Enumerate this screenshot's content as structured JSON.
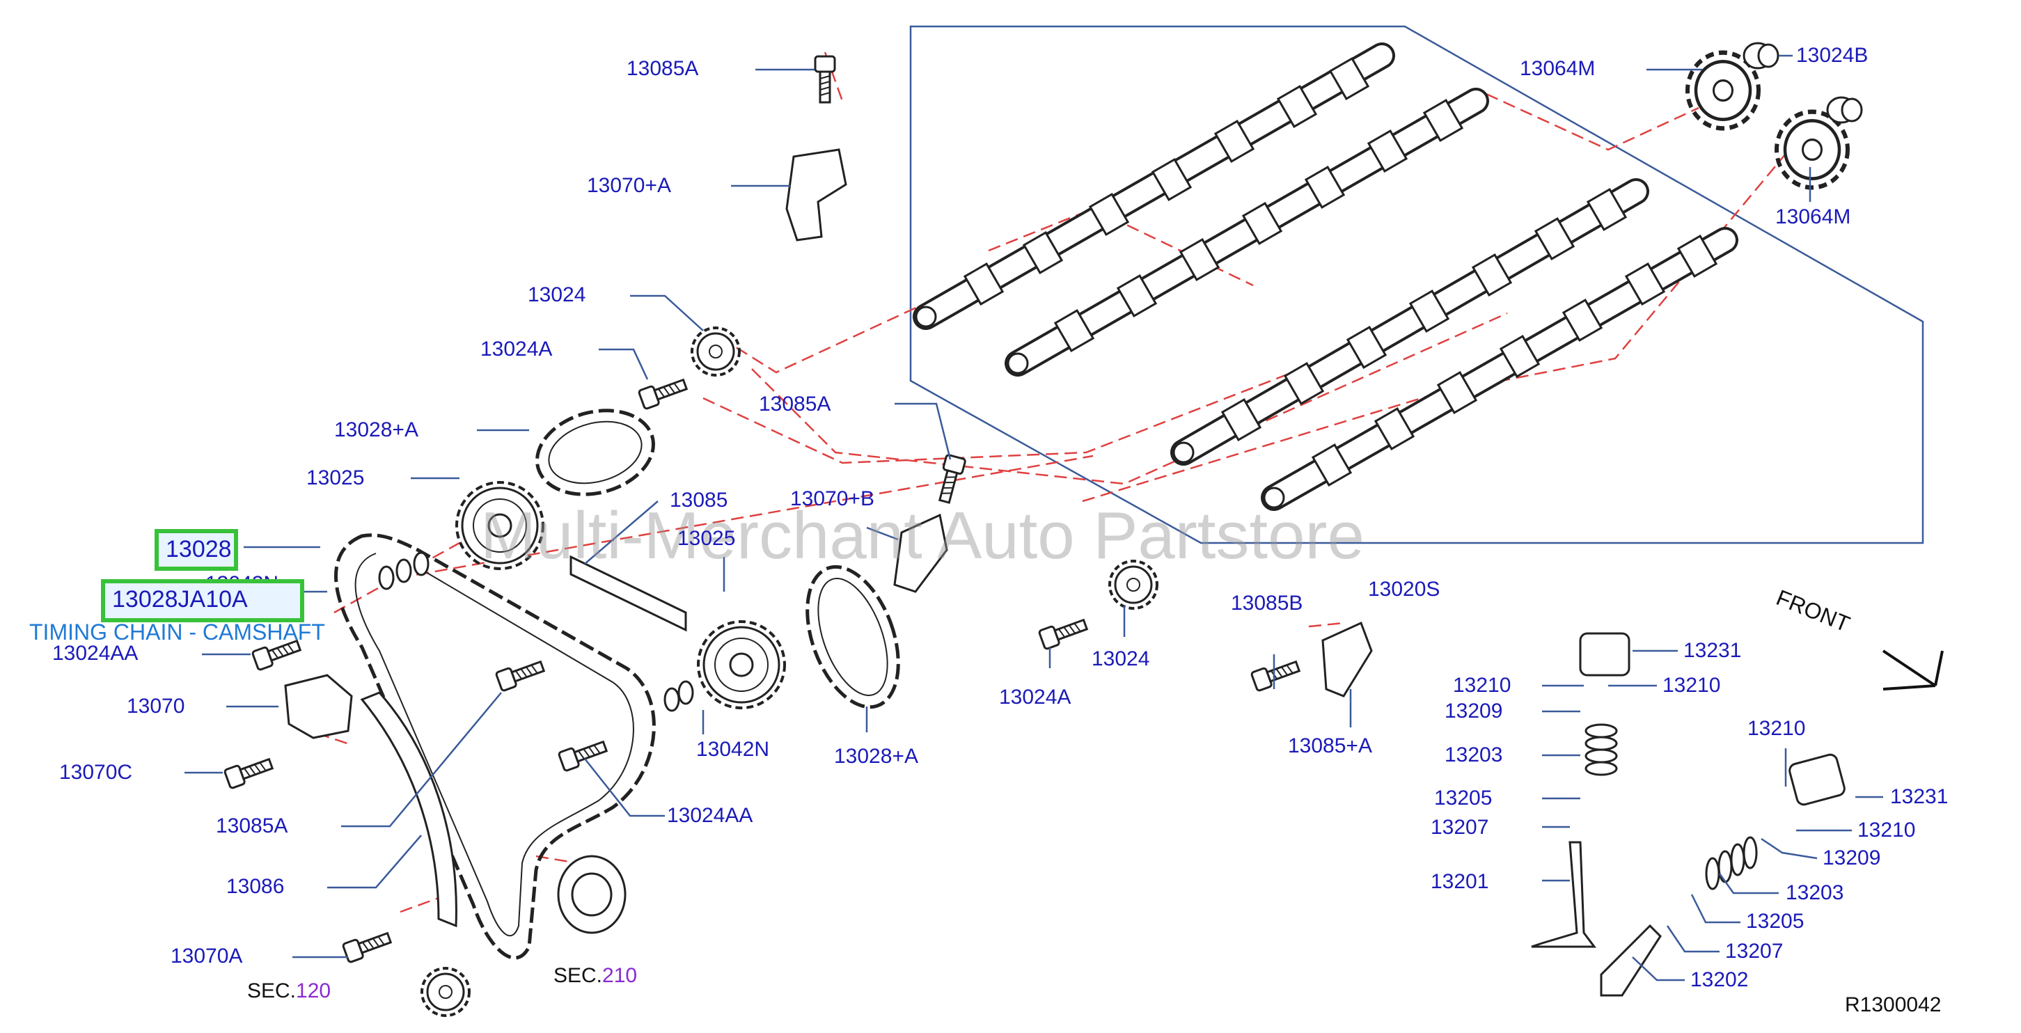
{
  "watermark": "Multi-Merchant Auto Partstore",
  "diagram_code": "R1300042",
  "front_label": "FRONT",
  "highlight": {
    "part_13028": "13028",
    "part_13028JA10A": "13028JA10A",
    "caption": "TIMING CHAIN - CAMSHAFT"
  },
  "labels": {
    "l_13085A_top": "13085A",
    "l_13070A_plus": "13070+A",
    "l_13064M_top": "13064M",
    "l_13024B": "13024B",
    "l_13064M_right": "13064M",
    "l_13024_top": "13024",
    "l_13024A_top": "13024A",
    "l_13028A_top": "13028+A",
    "l_13085A_mid": "13085A",
    "l_13025_left": "13025",
    "l_13085": "13085",
    "l_13070B": "13070+B",
    "l_13025_mid": "13025",
    "l_13042N_left": "13042N",
    "l_13024AA_left": "13024AA",
    "l_13070": "13070",
    "l_13070C": "13070C",
    "l_13042N_mid": "13042N",
    "l_13028A_bottom": "13028+A",
    "l_13085A_low": "13085A",
    "l_13024AA_mid": "13024AA",
    "l_13086": "13086",
    "l_13070A": "13070A",
    "l_13024_bottom": "13024",
    "l_13024A_bottom": "13024A",
    "l_13085B": "13085B",
    "l_13085A_plus": "13085+A",
    "l_13020S": "13020S",
    "l_13231_a": "13231",
    "l_13210_a": "13210",
    "l_13210_b": "13210",
    "l_13209_a": "13209",
    "l_13203_a": "13203",
    "l_13205_a": "13205",
    "l_13207_a": "13207",
    "l_13201": "13201",
    "l_13210_c": "13210",
    "l_13231_b": "13231",
    "l_13210_d": "13210",
    "l_13209_b": "13209",
    "l_13203_b": "13203",
    "l_13205_b": "13205",
    "l_13207_b": "13207",
    "l_13202": "13202"
  },
  "sec_labels": {
    "sec120_prefix": "SEC.",
    "sec120_num": "120",
    "sec210_prefix": "SEC.",
    "sec210_num": "210"
  },
  "colors": {
    "label_blue": "#1a1ab8",
    "highlight_green": "#38c23a",
    "caption_blue": "#1f7ad6",
    "sec_purple": "#8a2bd0",
    "dash_red": "#e04040",
    "frame_blue": "#3a5a9a"
  }
}
